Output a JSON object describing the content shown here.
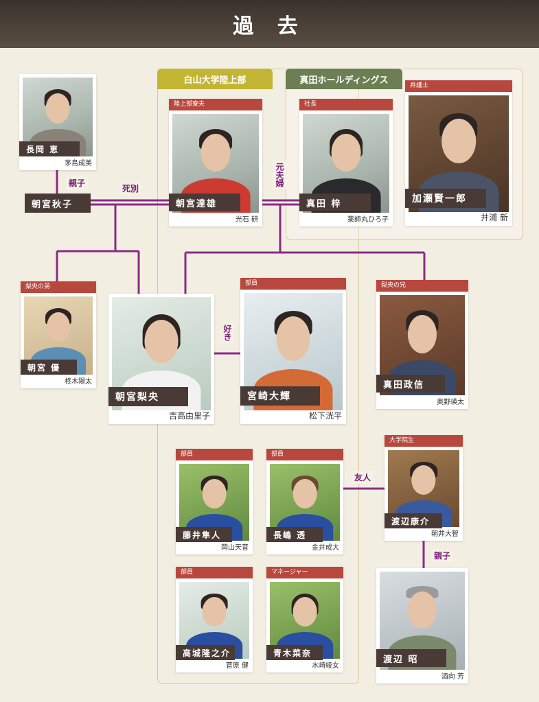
{
  "title": "過 去",
  "colors": {
    "line": "#8b2a86",
    "role_bg": "#b8483e",
    "plate_bg": "#4a3a35",
    "tab_green": "#6b7f52",
    "tab_gold": "#c2b533"
  },
  "groups": {
    "hakusan": "白山大学陸上部",
    "mada": "真田ホールディングス"
  },
  "relations": {
    "parent_child_1": "親子",
    "deceased": "死別",
    "ex_spouse": "元夫婦",
    "love": "好き",
    "friend": "友人",
    "parent_child_2": "親子"
  },
  "people": {
    "megumi": {
      "role": "",
      "name": "長岡 恵",
      "actor": "茅島成美"
    },
    "akiko": {
      "name": "朝宮秋子"
    },
    "tatsuo": {
      "role": "陸上部寮夫",
      "name": "朝宮達雄",
      "actor": "光石 研"
    },
    "azusa": {
      "role": "社長",
      "name": "真田 梓",
      "actor": "薬師丸ひろ子"
    },
    "kase": {
      "role": "弁護士",
      "name": "加瀬賢一郎",
      "actor": "井浦 新"
    },
    "yu": {
      "role": "梨央の弟",
      "name": "朝宮 優",
      "actor": "柊木陽太"
    },
    "rio": {
      "role": "",
      "name": "朝宮梨央",
      "actor": "吉高由里子"
    },
    "daiki": {
      "role": "部員",
      "name": "宮崎大輝",
      "actor": "松下洸平"
    },
    "masanobu": {
      "role": "梨央の兄",
      "name": "真田政信",
      "actor": "奥野瑛太"
    },
    "fujii": {
      "role": "部員",
      "name": "藤井隼人",
      "actor": "岡山天音"
    },
    "nagashima": {
      "role": "部員",
      "name": "長嶋 透",
      "actor": "金井成大"
    },
    "kosuke": {
      "role": "大学院生",
      "name": "渡辺康介",
      "actor": "朝井大智"
    },
    "takagi": {
      "role": "部員",
      "name": "高城隆之介",
      "actor": "菅原 健"
    },
    "aoki": {
      "role": "マネージャー",
      "name": "青木菜奈",
      "actor": "水崎綾女"
    },
    "akira": {
      "role": "",
      "name": "渡辺 昭",
      "actor": "酒向 芳"
    }
  }
}
